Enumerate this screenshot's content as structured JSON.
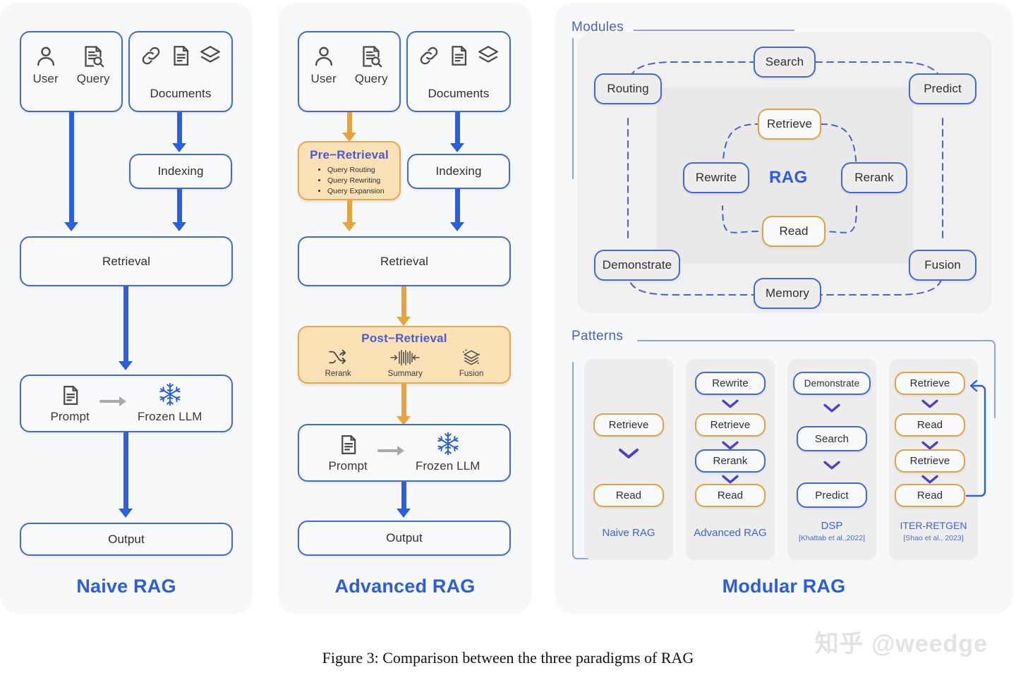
{
  "figure": {
    "caption": "Figure 3: Comparison between the three paradigms of RAG",
    "watermark": "知乎 @weedge"
  },
  "colors": {
    "accent_blue": "#2b5ce6",
    "node_border_blue": "#4268d6",
    "arrow_blue": "#2c5fe0",
    "orange_border": "#e0a243",
    "orange_fill": "#fae1b5",
    "orange_arrow": "#e8a33d",
    "panel_bg": "#f7f8f9",
    "module_bg": "#f0f0f1",
    "pattern_card_bg": "#ededee"
  },
  "naive": {
    "title": "Naive RAG",
    "source_left": {
      "icons": [
        "user-icon",
        "query-document-search-icon"
      ],
      "labels": [
        "User",
        "Query"
      ]
    },
    "source_right": {
      "icons": [
        "link-icon",
        "document-icon",
        "layers-icon"
      ],
      "label": "Documents"
    },
    "indexing": "Indexing",
    "retrieval": "Retrieval",
    "llm": {
      "prompt_label": "Prompt",
      "llm_label": "Frozen LLM",
      "prompt_icon": "document-icon",
      "llm_icon": "snowflake-icon",
      "connector_icon": "arrow-right-icon"
    },
    "output": "Output"
  },
  "advanced": {
    "title": "Advanced RAG",
    "source_left": {
      "icons": [
        "user-icon",
        "query-document-search-icon"
      ],
      "labels": [
        "User",
        "Query"
      ]
    },
    "source_right": {
      "icons": [
        "link-icon",
        "document-icon",
        "layers-icon"
      ],
      "label": "Documents"
    },
    "pre_retrieval": {
      "title": "Pre−Retrieval",
      "items": [
        "Query Routing",
        "Query Rewriting",
        "Query Expansion"
      ]
    },
    "indexing": "Indexing",
    "retrieval": "Retrieval",
    "post_retrieval": {
      "title": "Post−Retrieval",
      "items": [
        {
          "label": "Rerank",
          "icon": "shuffle-icon"
        },
        {
          "label": "Summary",
          "icon": "compress-icon"
        },
        {
          "label": "Fusion",
          "icon": "stack-fusion-icon"
        }
      ]
    },
    "llm": {
      "prompt_label": "Prompt",
      "llm_label": "Frozen LLM",
      "prompt_icon": "document-icon",
      "llm_icon": "snowflake-icon",
      "connector_icon": "arrow-right-icon"
    },
    "output": "Output"
  },
  "modular": {
    "title": "Modular RAG",
    "modules_label": "Modules",
    "patterns_label": "Patterns",
    "center_label": "RAG",
    "modules": [
      {
        "name": "Search",
        "style": "blue"
      },
      {
        "name": "Routing",
        "style": "blue"
      },
      {
        "name": "Predict",
        "style": "blue"
      },
      {
        "name": "Retrieve",
        "style": "orange"
      },
      {
        "name": "Rewrite",
        "style": "blue"
      },
      {
        "name": "Rerank",
        "style": "blue"
      },
      {
        "name": "Read",
        "style": "orange"
      },
      {
        "name": "Demonstrate",
        "style": "blue"
      },
      {
        "name": "Fusion",
        "style": "blue"
      },
      {
        "name": "Memory",
        "style": "blue"
      }
    ],
    "patterns": [
      {
        "name": "Naive RAG",
        "citation": "",
        "steps": [
          {
            "label": "Retrieve",
            "style": "orange"
          },
          {
            "label": "Read",
            "style": "orange"
          }
        ]
      },
      {
        "name": "Advanced RAG",
        "citation": "",
        "steps": [
          {
            "label": "Rewrite",
            "style": "blue"
          },
          {
            "label": "Retrieve",
            "style": "orange"
          },
          {
            "label": "Rerank",
            "style": "blue"
          },
          {
            "label": "Read",
            "style": "orange"
          }
        ]
      },
      {
        "name": "DSP",
        "citation": "[Khattab et al.,2022]",
        "steps": [
          {
            "label": "Demonstrate",
            "style": "blue"
          },
          {
            "label": "Search",
            "style": "blue"
          },
          {
            "label": "Predict",
            "style": "blue"
          }
        ]
      },
      {
        "name": "ITER-RETGEN",
        "citation": "[Shao et al., 2023]",
        "steps": [
          {
            "label": "Retrieve",
            "style": "orange"
          },
          {
            "label": "Read",
            "style": "orange"
          },
          {
            "label": "Retrieve",
            "style": "orange"
          },
          {
            "label": "Read",
            "style": "orange"
          }
        ],
        "loop": true
      }
    ]
  }
}
